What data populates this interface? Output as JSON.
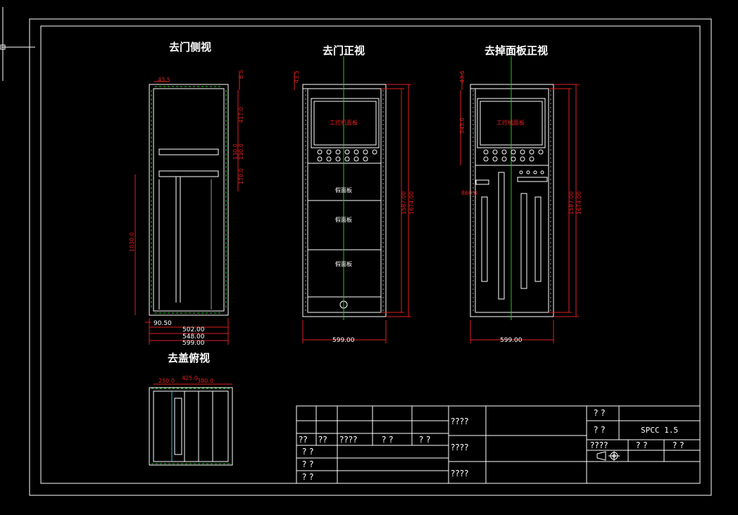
{
  "views": {
    "side": "去门侧视",
    "front": "去门正视",
    "panel_removed": "去掉面板正视",
    "top": "去盖俯视"
  },
  "side_dims": {
    "top_small": "43.5",
    "right_top": "6.5",
    "r1": "417.0",
    "r2": "130.0",
    "r3": "130.0",
    "r4": "170.0",
    "left_height": "1030.0",
    "bottom_small": "90.50",
    "w1": "502.00",
    "w2": "548.00",
    "w3": "599.00"
  },
  "front_dims": {
    "tl": "43.5",
    "h1": "1587.00",
    "h2": "1674.00",
    "width": "599.00",
    "screen_label": "工控机面板",
    "blank1": "假面板",
    "blank2": "假面板",
    "blank3": "假面板"
  },
  "panel_dims": {
    "tl": "43.5",
    "left_h": "545.0",
    "small": "860.0",
    "h1": "1587.00",
    "h2": "1674.00",
    "width": "599.00",
    "screen_label": "工控机面板"
  },
  "top_dims": {
    "a": "250.0",
    "b": "425.0",
    "c": "380.0"
  },
  "title_block": {
    "r1c1": "????",
    "r2c1": "????",
    "r3c1": "????",
    "q1": "? ?",
    "q2": "? ?",
    "material": "SPCC 1.5",
    "h_a": "??",
    "h_b": "??",
    "h_c": "????",
    "h_d": "? ?",
    "h_e": "? ?",
    "s1": "? ?",
    "s2": "? ?",
    "s3": "? ?",
    "r_a": "????",
    "r_b": "? ?",
    "r_c": "? ?"
  }
}
